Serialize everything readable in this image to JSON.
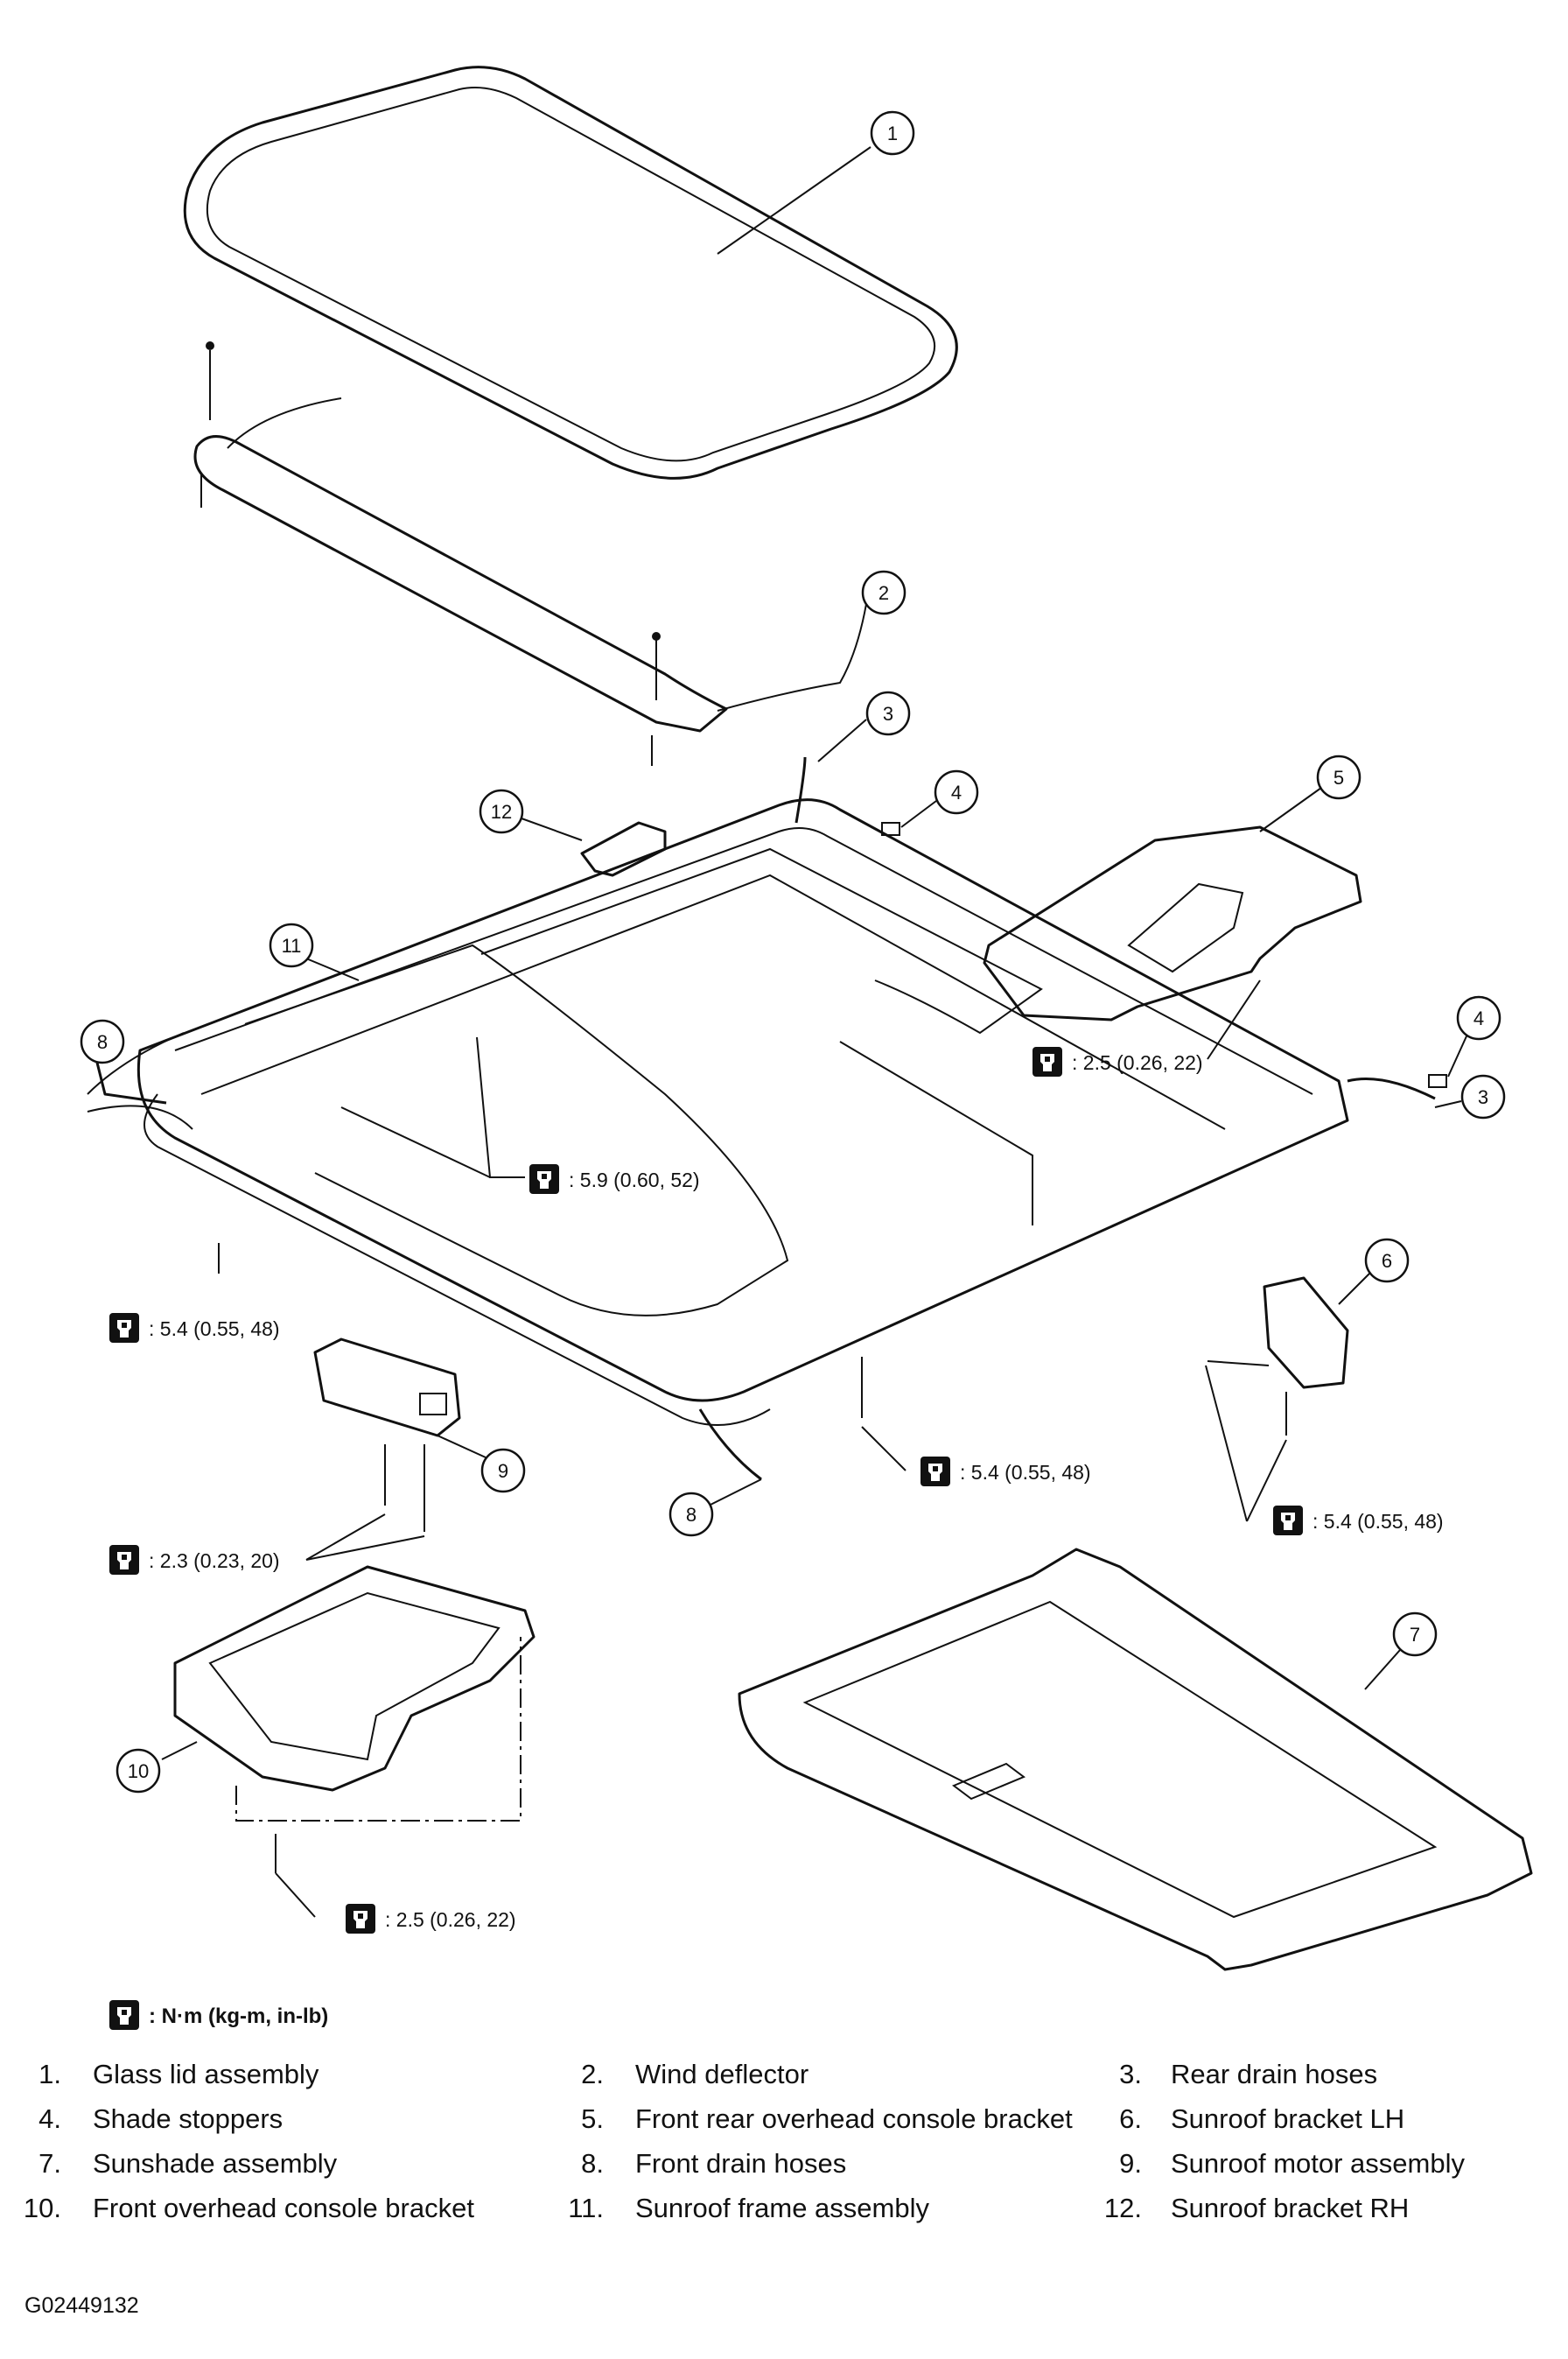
{
  "parts": [
    {
      "num": "1",
      "label": "Glass lid assembly"
    },
    {
      "num": "2",
      "label": "Wind deflector"
    },
    {
      "num": "3",
      "label": "Rear drain hoses"
    },
    {
      "num": "4",
      "label": "Shade stoppers"
    },
    {
      "num": "5",
      "label": "Front rear overhead console bracket"
    },
    {
      "num": "6",
      "label": "Sunroof bracket LH"
    },
    {
      "num": "7",
      "label": "Sunshade assembly"
    },
    {
      "num": "8",
      "label": "Front drain hoses"
    },
    {
      "num": "9",
      "label": "Sunroof motor assembly"
    },
    {
      "num": "10",
      "label": "Front overhead console bracket"
    },
    {
      "num": "11",
      "label": "Sunroof frame assembly"
    },
    {
      "num": "12",
      "label": "Sunroof bracket RH"
    }
  ],
  "list_markers": [
    "1.",
    "2.",
    "3.",
    "4.",
    "5.",
    "6.",
    "7.",
    "8.",
    "9.",
    "10.",
    "11.",
    "12."
  ],
  "callouts": {
    "c1": "1",
    "c2": "2",
    "c3a": "3",
    "c3b": "3",
    "c4a": "4",
    "c4b": "4",
    "c5": "5",
    "c6": "6",
    "c7": "7",
    "c8a": "8",
    "c8b": "8",
    "c9": "9",
    "c10": "10",
    "c11": "11",
    "c12": "12"
  },
  "torque_specs": {
    "t1": ": 2.5 (0.26, 22)",
    "t2": ": 5.9 (0.60, 52)",
    "t3": ": 5.4 (0.55, 48)",
    "t4": ": 5.4 (0.55, 48)",
    "t5": ": 5.4 (0.55, 48)",
    "t6": ": 2.3 (0.23, 20)",
    "t7": ": 2.5 (0.26, 22)"
  },
  "legend": ": N·m (kg-m, in-lb)",
  "figure_id": "G02449132",
  "icons": {
    "torque": "torque-wrench-icon"
  }
}
